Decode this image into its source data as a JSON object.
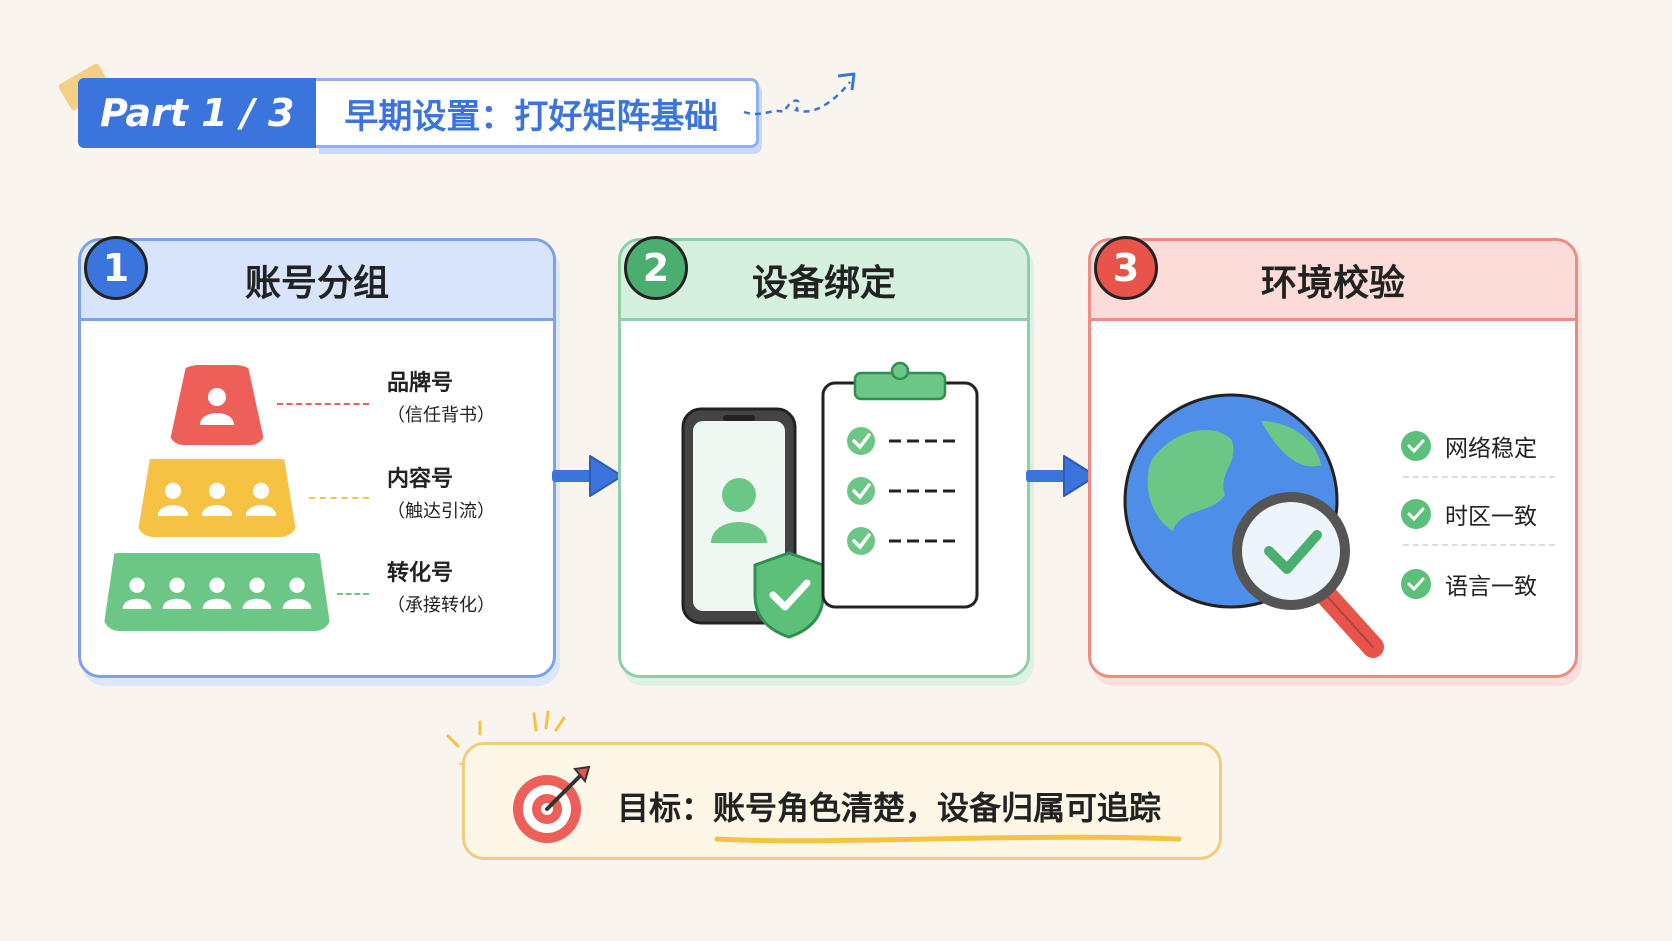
{
  "header": {
    "part": "Part 1 / 3",
    "title": "早期设置：打好矩阵基础"
  },
  "steps": [
    {
      "number": "1",
      "title": "账号分组",
      "color": "#3a74dc",
      "tiers": [
        {
          "name": "品牌号",
          "sub": "（信任背书）",
          "color": "#ee5f59",
          "people": 1
        },
        {
          "name": "内容号",
          "sub": "（触达引流）",
          "color": "#f5c243",
          "people": 3
        },
        {
          "name": "转化号",
          "sub": "（承接转化）",
          "color": "#6cc685",
          "people": 5
        }
      ]
    },
    {
      "number": "2",
      "title": "设备绑定",
      "color": "#4aae6e"
    },
    {
      "number": "3",
      "title": "环境校验",
      "color": "#e8534a",
      "checks": [
        "网络稳定",
        "时区一致",
        "语言一致"
      ]
    }
  ],
  "goal": {
    "text": "目标：账号角色清楚，设备归属可追踪"
  },
  "icons": [
    "user-icon",
    "phone-icon",
    "shield-check-icon",
    "clipboard-icon",
    "globe-icon",
    "magnifier-check-icon",
    "target-icon",
    "arrow-right-icon"
  ]
}
